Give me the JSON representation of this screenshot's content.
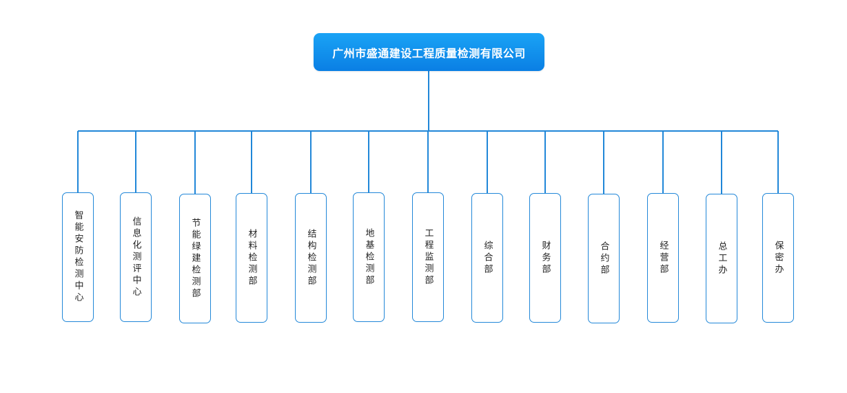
{
  "org_chart": {
    "root": {
      "label": "广州市盛通建设工程质量检测有限公司"
    },
    "departments": [
      {
        "label": "智能安防检测中心"
      },
      {
        "label": "信息化测评中心"
      },
      {
        "label": "节能绿建检测部"
      },
      {
        "label": "材料检测部"
      },
      {
        "label": "结构检测部"
      },
      {
        "label": "地基检测部"
      },
      {
        "label": "工程监测部"
      },
      {
        "label": "综合部"
      },
      {
        "label": "财务部"
      },
      {
        "label": "合约部"
      },
      {
        "label": "经营部"
      },
      {
        "label": "总工办"
      },
      {
        "label": "保密办"
      }
    ],
    "colors": {
      "line": "#1f86d8",
      "root_fill_top": "#1aa3f5",
      "root_fill_bottom": "#0a7fe4",
      "node_border": "#1f86d8",
      "text": "#222222"
    }
  }
}
